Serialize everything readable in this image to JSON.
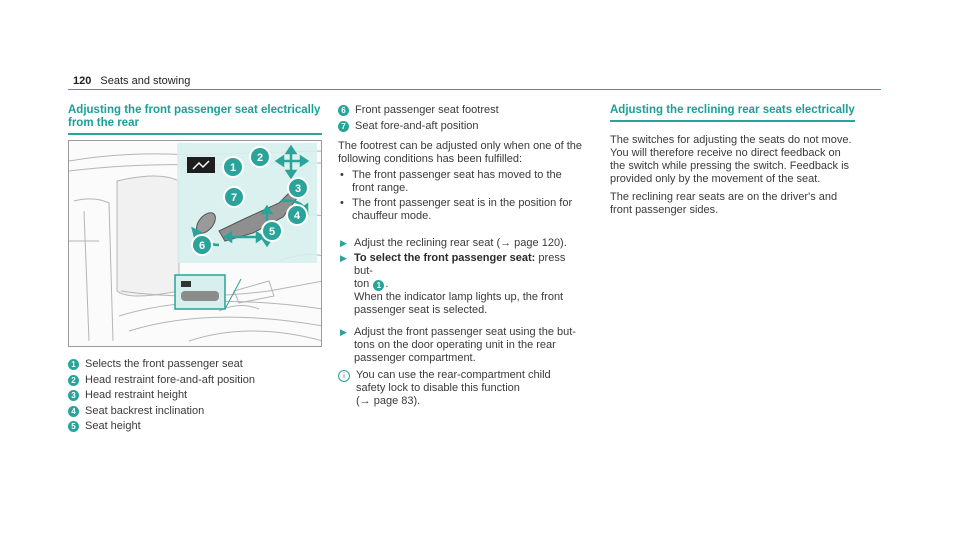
{
  "header": {
    "page_number": "120",
    "section": "Seats and stowing"
  },
  "left": {
    "heading_line1": "Adjusting the front passenger seat electrically",
    "heading_line2": "from the rear",
    "figure_labels": [
      "1",
      "2",
      "3",
      "4",
      "5",
      "6",
      "7"
    ],
    "legend": [
      {
        "num": "1",
        "text": "Selects the front passenger seat"
      },
      {
        "num": "2",
        "text": "Head restraint fore-and-aft position"
      },
      {
        "num": "3",
        "text": "Head restraint height"
      },
      {
        "num": "4",
        "text": "Seat backrest inclination"
      },
      {
        "num": "5",
        "text": "Seat height"
      }
    ]
  },
  "middle": {
    "legend": [
      {
        "num": "6",
        "text": "Front passenger seat footrest"
      },
      {
        "num": "7",
        "text": "Seat fore-and-aft position"
      }
    ],
    "intro_line1": "The footrest can be adjusted only when one of the",
    "intro_line2": "following conditions has been fulfilled:",
    "bullets": [
      {
        "line1": "The front passenger seat has moved to the",
        "line2": "front range."
      },
      {
        "line1": "The front passenger seat is in the position for",
        "line2": "chauffeur mode."
      }
    ],
    "step1": "Adjust the reclining rear seat (→ page 120).",
    "step2_bold": "To select the front passenger seat:",
    "step2_rest": " press but-",
    "step2_line2_pre": "ton ",
    "step2_badge": "1",
    "step2_line2_post": ".",
    "step2_line3": "When the indicator lamp lights up, the front",
    "step2_line4": "passenger seat is selected.",
    "step3_line1": "Adjust the front passenger seat using the but-",
    "step3_line2": "tons on the door operating unit in the rear",
    "step3_line3": "passenger compartment.",
    "note_icon": "i",
    "note_line1": "You can use the rear-compartment child",
    "note_line2": "safety lock to disable this function",
    "note_line3": "(→ page 83)."
  },
  "right": {
    "heading": "Adjusting the reclining rear seats electrically",
    "para1_line1": "The switches for adjusting the seats do not move.",
    "para1_line2": "You will therefore receive no direct feedback on",
    "para1_line3": "the switch while pressing the switch. Feedback is",
    "para1_line4": "provided only by the movement of the seat.",
    "para2_line1": "The reclining rear seats are on the driver's and",
    "para2_line2": "front passenger sides."
  },
  "colors": {
    "accent": "#2aa39a",
    "text": "#3a3a3a"
  }
}
